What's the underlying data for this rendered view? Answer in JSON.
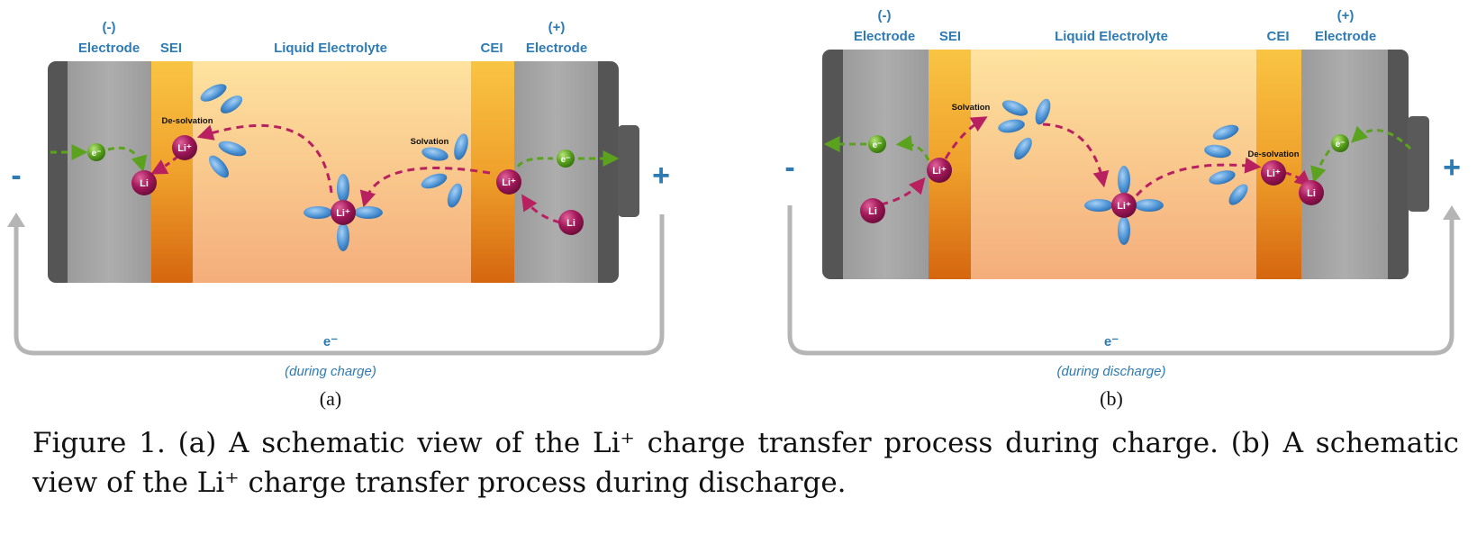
{
  "panels": [
    {
      "id": "a",
      "labels": {
        "neg_sign": "(-)",
        "neg_word": "Electrode",
        "sei": "SEI",
        "electrolyte": "Liquid Electrolyte",
        "cei": "CEI",
        "pos_sign": "(+)",
        "pos_word": "Electrode",
        "desolvation": "De-solvation",
        "solvation": "Solvation",
        "minus": "-",
        "plus": "+",
        "electron": "e⁻",
        "direction": "(during charge)",
        "sublabel": "(a)"
      },
      "ions": {
        "li_plus": "Li⁺",
        "li": "Li",
        "e": "e⁻"
      }
    },
    {
      "id": "b",
      "labels": {
        "neg_sign": "(-)",
        "neg_word": "Electrode",
        "sei": "SEI",
        "electrolyte": "Liquid Electrolyte",
        "cei": "CEI",
        "pos_sign": "(+)",
        "pos_word": "Electrode",
        "solvation": "Solvation",
        "desolvation": "De-solvation",
        "minus": "-",
        "plus": "+",
        "electron": "e⁻",
        "direction": "(during discharge)",
        "sublabel": "(b)"
      },
      "ions": {
        "li_plus": "Li⁺",
        "li": "Li",
        "e": "e⁻"
      }
    }
  ],
  "caption": "Figure 1. (a) A schematic view of the Li⁺ charge transfer process during charge. (b) A schematic view of the Li⁺ charge transfer process during discharge.",
  "colors": {
    "electrode_gray": "#A3A3A3",
    "terminal_dark": "#5A5A5A",
    "interphase_top": "#F9C443",
    "interphase_bottom": "#D96C12",
    "electrolyte_top": "#FEE19B",
    "electrolyte_bottom": "#F5B07E",
    "ion": "#A4195B",
    "electron": "#5BA31F",
    "solvent": "#4F95D6",
    "li_arrow": "#B8205F",
    "e_arrow": "#5BA31F",
    "label_blue": "#2E7BB4"
  }
}
